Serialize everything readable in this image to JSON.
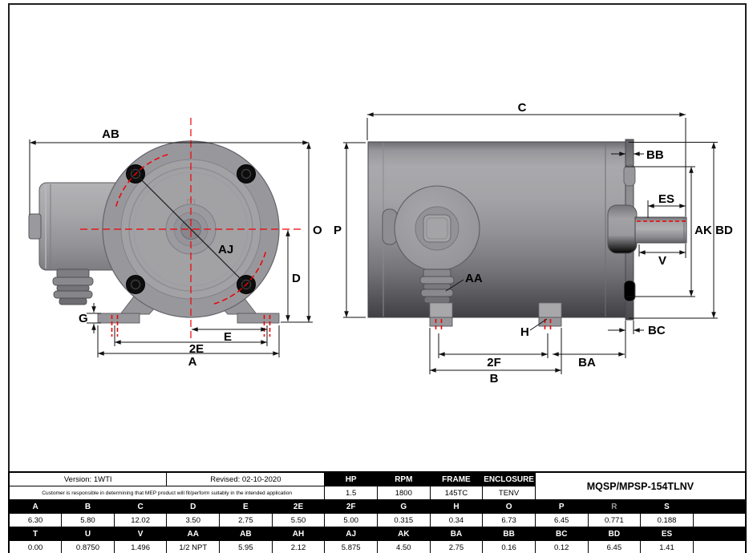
{
  "drawing": {
    "front_view": {
      "labels": {
        "ab": "AB",
        "o": "O",
        "d": "D",
        "aj": "AJ",
        "g": "G",
        "e": "E",
        "ee": "2E",
        "a": "A"
      }
    },
    "side_view": {
      "labels": {
        "c": "C",
        "p": "P",
        "bb": "BB",
        "es": "ES",
        "ak": "AK",
        "bd": "BD",
        "v": "V",
        "aa": "AA",
        "h": "H",
        "bc": "BC",
        "ff": "2F",
        "ba": "BA",
        "b": "B"
      }
    },
    "colors": {
      "centerline_red": "#f00000",
      "line_black": "#111111",
      "body_gray": "#9a9a9e"
    }
  },
  "table": {
    "version": "Version: 1WTI",
    "revised": "Revised: 02-10-2020",
    "disclaimer": "Customer is responsible in determining that MEP product will fit/perform suitably in the intended application",
    "model": "MQSP/MPSP-154TLNV",
    "specs": {
      "headers": [
        "HP",
        "RPM",
        "FRAME",
        "ENCLOSURE"
      ],
      "values": [
        "1.5",
        "1800",
        "145TC",
        "TENV"
      ]
    },
    "dims_row1": {
      "headers": [
        "A",
        "B",
        "C",
        "D",
        "E",
        "2E",
        "2F",
        "G",
        "H",
        "O",
        "P",
        "R",
        "S"
      ],
      "values": [
        "6.30",
        "5.80",
        "12.02",
        "3.50",
        "2.75",
        "5.50",
        "5.00",
        "0.315",
        "0.34",
        "6.73",
        "6.45",
        "0.771",
        "0.188"
      ]
    },
    "dims_row2": {
      "headers": [
        "T",
        "U",
        "V",
        "AA",
        "AB",
        "AH",
        "AJ",
        "AK",
        "BA",
        "BB",
        "BC",
        "BD",
        "ES"
      ],
      "values": [
        "0.00",
        "0.8750",
        "1.496",
        "1/2 NPT",
        "5.95",
        "2.12",
        "5.875",
        "4.50",
        "2.75",
        "0.16",
        "0.12",
        "6.45",
        "1.41"
      ]
    }
  }
}
